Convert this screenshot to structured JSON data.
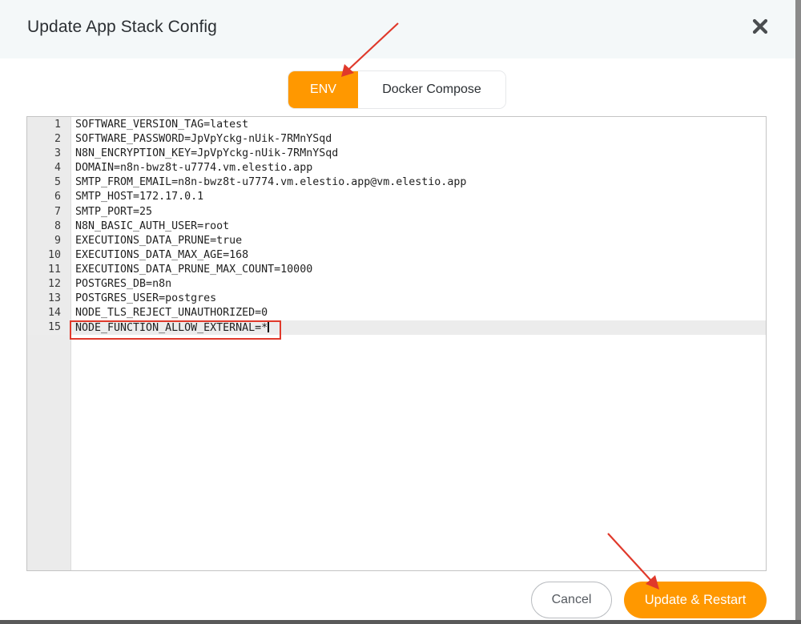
{
  "dialog": {
    "title": "Update App Stack Config",
    "close_icon": "close-icon"
  },
  "tabs": [
    {
      "label": "ENV",
      "active": true
    },
    {
      "label": "Docker Compose",
      "active": false
    }
  ],
  "editor": {
    "active_line": 15,
    "lines": [
      {
        "num": "1",
        "text": "SOFTWARE_VERSION_TAG=latest"
      },
      {
        "num": "2",
        "text": "SOFTWARE_PASSWORD=JpVpYckg-nUik-7RMnYSqd"
      },
      {
        "num": "3",
        "text": "N8N_ENCRYPTION_KEY=JpVpYckg-nUik-7RMnYSqd"
      },
      {
        "num": "4",
        "text": "DOMAIN=n8n-bwz8t-u7774.vm.elestio.app"
      },
      {
        "num": "5",
        "text": "SMTP_FROM_EMAIL=n8n-bwz8t-u7774.vm.elestio.app@vm.elestio.app"
      },
      {
        "num": "6",
        "text": "SMTP_HOST=172.17.0.1"
      },
      {
        "num": "7",
        "text": "SMTP_PORT=25"
      },
      {
        "num": "8",
        "text": "N8N_BASIC_AUTH_USER=root"
      },
      {
        "num": "9",
        "text": "EXECUTIONS_DATA_PRUNE=true"
      },
      {
        "num": "10",
        "text": "EXECUTIONS_DATA_MAX_AGE=168"
      },
      {
        "num": "11",
        "text": "EXECUTIONS_DATA_PRUNE_MAX_COUNT=10000"
      },
      {
        "num": "12",
        "text": "POSTGRES_DB=n8n"
      },
      {
        "num": "13",
        "text": "POSTGRES_USER=postgres"
      },
      {
        "num": "14",
        "text": "NODE_TLS_REJECT_UNAUTHORIZED=0"
      },
      {
        "num": "15",
        "text": "NODE_FUNCTION_ALLOW_EXTERNAL=*"
      }
    ]
  },
  "footer": {
    "cancel_label": "Cancel",
    "update_label": "Update & Restart"
  },
  "colors": {
    "accent": "#ff9800",
    "annotation_red": "#e0392b",
    "header_bg": "#f4f8f9"
  }
}
